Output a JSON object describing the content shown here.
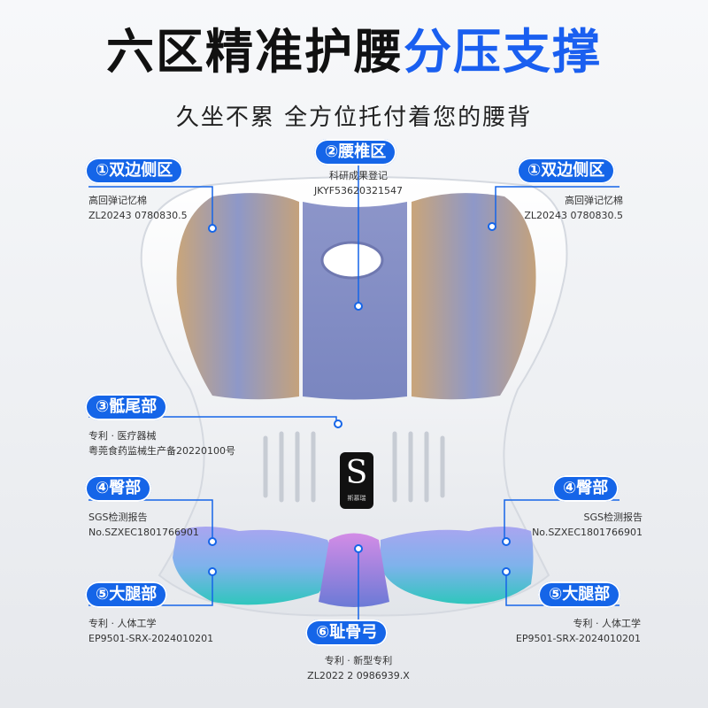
{
  "header": {
    "title_dark": "六区精准护腰",
    "title_blue": "分压支撑",
    "subtitle": "久坐不累 全方位托付着您的腰背"
  },
  "zones": {
    "side_left": {
      "tag": "①双边侧区",
      "line1": "高回弹记忆棉",
      "line2": "ZL20243 0780830.5"
    },
    "side_right": {
      "tag": "①双边侧区",
      "line1": "高回弹记忆棉",
      "line2": "ZL20243 0780830.5"
    },
    "lumbar": {
      "tag": "②腰椎区",
      "line1": "科研成果登记",
      "line2": "JKYF53620321547"
    },
    "coccyx": {
      "tag": "③骶尾部",
      "line1": "专利 · 医疗器械",
      "line2": "粤莞食药监械生产备20220100号"
    },
    "hip_left": {
      "tag": "④臀部",
      "line1": "SGS检测报告",
      "line2": "No.SZXEC1801766901"
    },
    "hip_right": {
      "tag": "④臀部",
      "line1": "SGS检测报告",
      "line2": "No.SZXEC1801766901"
    },
    "thigh_left": {
      "tag": "⑤大腿部",
      "line1": "专利 · 人体工学",
      "line2": "EP9501-SRX-2024010201"
    },
    "thigh_right": {
      "tag": "⑤大腿部",
      "line1": "专利 · 人体工学",
      "line2": "EP9501-SRX-2024010201"
    },
    "pubic": {
      "tag": "⑥耻骨弓",
      "line1": "专利 · 新型专利",
      "line2": "ZL2022 2 0986939.X"
    }
  },
  "logo": {
    "letter": "S",
    "caption": "斯慕瑞"
  },
  "colors": {
    "accent": "#1565e8",
    "title_blue": "#1a5ff0"
  }
}
